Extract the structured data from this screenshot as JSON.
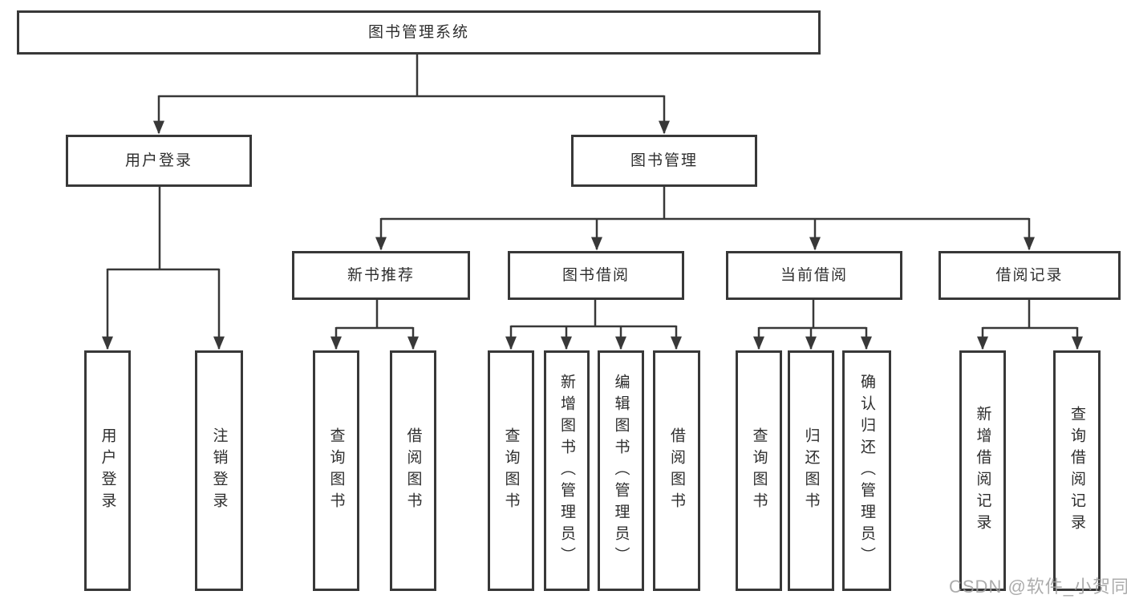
{
  "diagram": {
    "title": "图书管理系统",
    "nodes": {
      "root": "图书管理系统",
      "user_login": "用户登录",
      "book_mgmt": "图书管理",
      "new_book_rec": "新书推荐",
      "book_borrow": "图书借阅",
      "current_borrow": "当前借阅",
      "borrow_records": "借阅记录",
      "leaf_user_login": "用户登录",
      "leaf_logout": "注销登录",
      "leaf_rec_query": "查询图书",
      "leaf_rec_borrow": "借阅图书",
      "leaf_bb_query": "查询图书",
      "leaf_bb_add": "新增图书（管理员）",
      "leaf_bb_edit": "编辑图书（管理员）",
      "leaf_bb_borrow": "借阅图书",
      "leaf_cb_query": "查询图书",
      "leaf_cb_return": "归还图书",
      "leaf_cb_confirm": "确认归还（管理员）",
      "leaf_br_add": "新增借阅记录",
      "leaf_br_query": "查询借阅记录"
    },
    "colors": {
      "line": "#383838",
      "text": "#2e2e2e",
      "background": "#ffffff",
      "watermark": "#9e9e9e"
    }
  },
  "watermark": "CSDN @软件_小贺同学"
}
